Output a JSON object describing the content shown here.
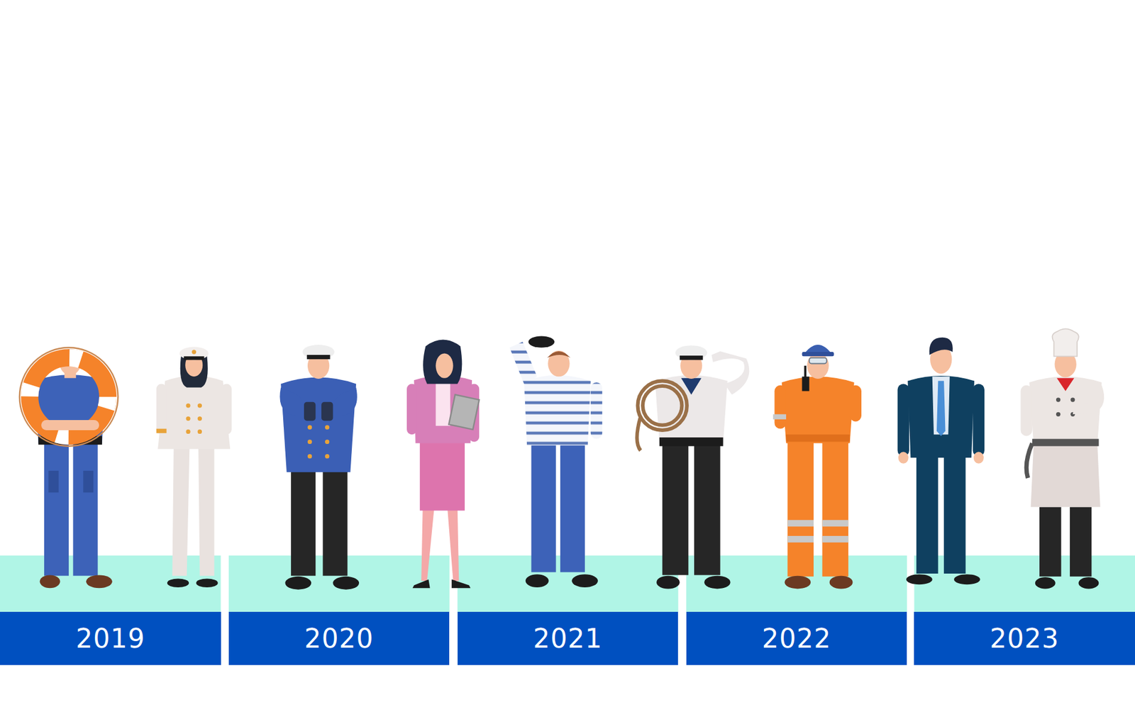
{
  "diagram": {
    "nodes": [
      {
        "text": [
          "2019"
        ]
      },
      {
        "text": [
          "2020"
        ]
      },
      {
        "text": [
          "2021"
        ]
      },
      {
        "text": [
          "2022"
        ]
      },
      {
        "text": [
          "2023"
        ]
      }
    ]
  }
}
